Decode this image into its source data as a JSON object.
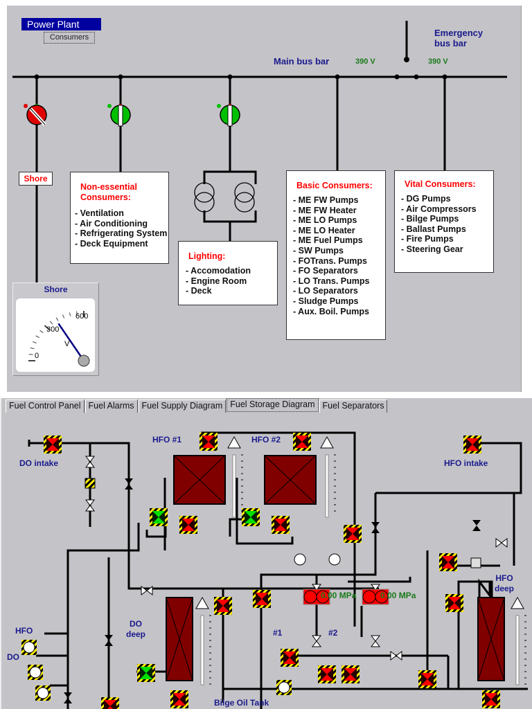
{
  "power_plant": {
    "title": "Power Plant",
    "consumers_button": "Consumers",
    "main_bus_bar": "Main bus bar",
    "main_bus_voltage": "390 V",
    "emergency_bus_bar": "Emergency bus bar",
    "emergency_bus_voltage": "390 V",
    "shore_label": "Shore",
    "breakers": [
      {
        "name": "shore",
        "state": "open",
        "color": "#e00000"
      },
      {
        "name": "non-essential",
        "state": "closed",
        "color": "#00c000"
      },
      {
        "name": "lighting",
        "state": "closed",
        "color": "#00c000"
      }
    ],
    "non_essential": {
      "heading": "Non-essential Consumers:",
      "items": [
        "- Ventilation",
        "- Air Conditioning",
        "- Refrigerating System",
        "- Deck Equipment"
      ]
    },
    "lighting": {
      "heading": "Lighting:",
      "items": [
        "- Accomodation",
        "- Engine Room",
        "- Deck"
      ]
    },
    "basic": {
      "heading": "Basic Consumers:",
      "items": [
        "- ME FW Pumps",
        "- ME FW Heater",
        "- ME LO Pumps",
        "- ME LO Heater",
        "- ME Fuel Pumps",
        "- SW Pumps",
        "- FOTrans. Pumps",
        "- FO Separators",
        "- LO Trans. Pumps",
        "- LO Separators",
        "- Sludge Pumps",
        "- Aux. Boil. Pumps"
      ]
    },
    "vital": {
      "heading": "Vital Consumers:",
      "items": [
        "- DG Pumps",
        "- Air Compressors",
        "- Bilge Pumps",
        "- Ballast Pumps",
        "- Fire Pumps",
        "- Steering Gear"
      ]
    },
    "shore_gauge": {
      "title": "Shore",
      "unit": "V",
      "tick_labels": [
        "0",
        "300",
        "600"
      ],
      "min": 0,
      "max": 600,
      "value": 390
    }
  },
  "fuel": {
    "tabs": [
      {
        "label": "Fuel Control Panel",
        "active": false
      },
      {
        "label": "Fuel Alarms",
        "active": false
      },
      {
        "label": "Fuel Supply Diagram",
        "active": false
      },
      {
        "label": "Fuel Storage Diagram",
        "active": true
      },
      {
        "label": "Fuel Separators",
        "active": false
      }
    ],
    "labels": {
      "do_intake": "DO intake",
      "hfo1": "HFO #1",
      "hfo2": "HFO #2",
      "hfo_intake": "HFO intake",
      "hfo_deep": "HFO deep",
      "do_deep": "DO deep",
      "hfo": "HFO",
      "do": "DO",
      "pump1": "#1",
      "pump2": "#2",
      "bilge_oil_tank": "Bilge Oil Tank"
    },
    "pressure1": "0.00 MPa",
    "pressure2": "0.00 MPa",
    "colors": {
      "valve_closed": "#ff0000",
      "valve_open": "#00e000",
      "tank": "#800000",
      "hazard": "#ffee00"
    }
  }
}
